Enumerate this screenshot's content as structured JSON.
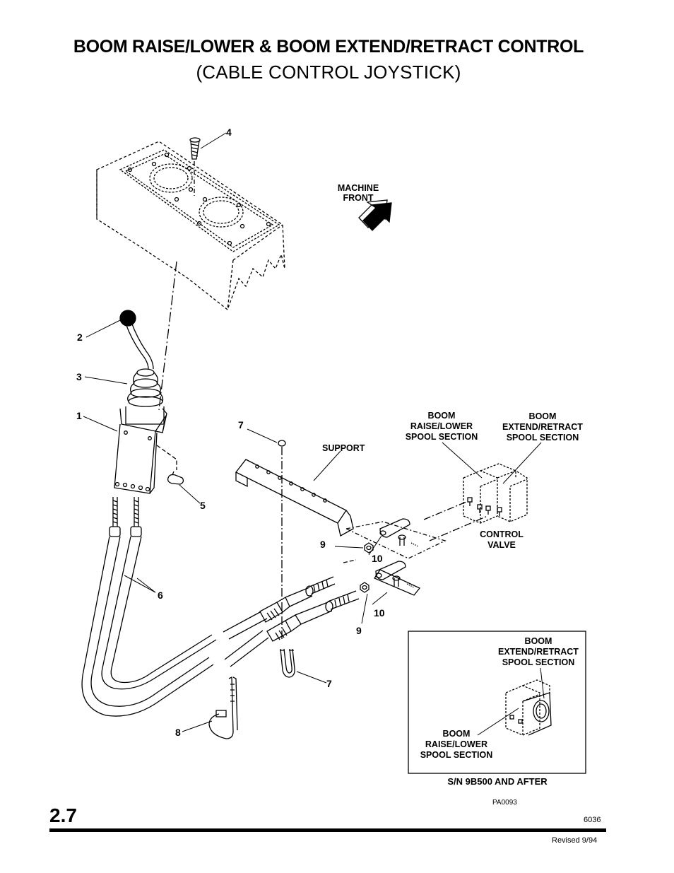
{
  "header": {
    "title": "BOOM RAISE/LOWER & BOOM EXTEND/RETRACT CONTROL",
    "subtitle": "(CABLE CONTROL JOYSTICK)"
  },
  "callouts": {
    "c4": "4",
    "c2": "2",
    "c3": "3",
    "c1": "1",
    "c5": "5",
    "c6": "6",
    "c7a": "7",
    "c7b": "7",
    "c8": "8",
    "c9a": "9",
    "c9b": "9",
    "c10a": "10",
    "c10b": "10"
  },
  "labels": {
    "machine_front": [
      "MACHINE",
      "FRONT"
    ],
    "support": "SUPPORT",
    "raise_lower": [
      "BOOM",
      "RAISE/LOWER",
      "SPOOL SECTION"
    ],
    "extend_retract": [
      "BOOM",
      "EXTEND/RETRACT",
      "SPOOL SECTION"
    ],
    "control_valve": [
      "CONTROL",
      "VALVE"
    ]
  },
  "inset": {
    "extend_retract": [
      "BOOM",
      "EXTEND/RETRACT",
      "SPOOL SECTION"
    ],
    "raise_lower": [
      "BOOM",
      "RAISE/LOWER",
      "SPOOL SECTION"
    ],
    "caption": "S/N 9B500 AND AFTER"
  },
  "footer": {
    "section": "2.7",
    "part_code": "PA0093",
    "doc_number": "6036",
    "revised": "Revised 9/94"
  }
}
